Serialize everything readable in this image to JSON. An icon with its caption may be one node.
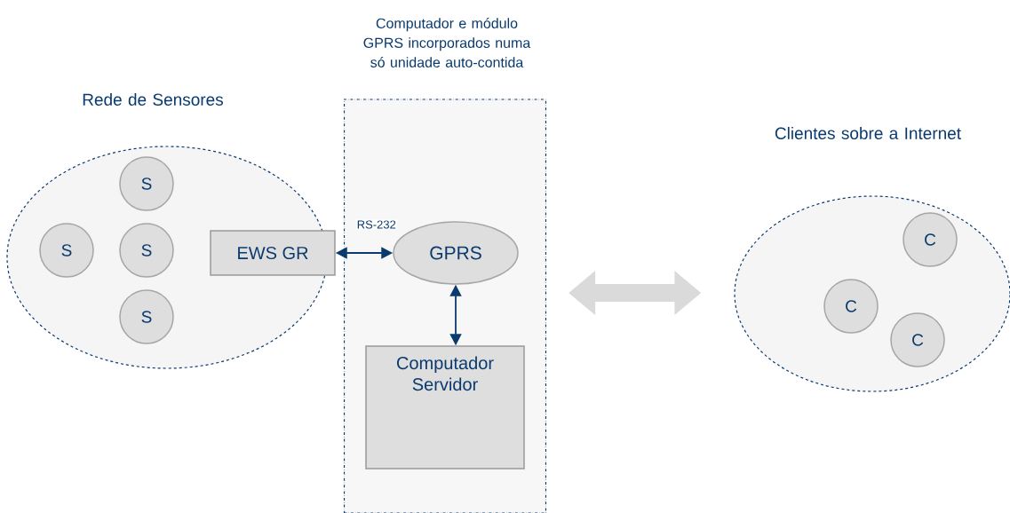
{
  "diagram": {
    "nodes": [
      {
        "text": [
          "Rede de Sensores"
        ]
      },
      {
        "text": [
          "S"
        ],
        "in": 0
      },
      {
        "text": [
          "S"
        ],
        "in": 0
      },
      {
        "text": [
          "S"
        ],
        "in": 0
      },
      {
        "text": [
          "S"
        ],
        "in": 0
      },
      {
        "text": [
          "EWS GR"
        ]
      },
      {
        "text": [
          "Computador e módulo GPRS incorporados numa só unidade auto-contida"
        ]
      },
      {
        "text": [
          "GPRS"
        ],
        "in": 6
      },
      {
        "text": [
          "Computador Servidor"
        ],
        "in": 6
      },
      {
        "text": [
          "Clientes sobre a Internet"
        ]
      },
      {
        "text": [
          "C"
        ],
        "in": 9
      },
      {
        "text": [
          "C"
        ],
        "in": 9
      },
      {
        "text": [
          "C"
        ],
        "in": 9
      }
    ],
    "edges": [
      {
        "from": 5,
        "to": 7,
        "arrow": "both",
        "label": "RS-232"
      },
      {
        "from": 7,
        "to": 8,
        "arrow": "both"
      },
      {
        "from": 6,
        "to": 9,
        "arrow": "both",
        "style": "thick",
        "color": "#dadada"
      }
    ]
  }
}
